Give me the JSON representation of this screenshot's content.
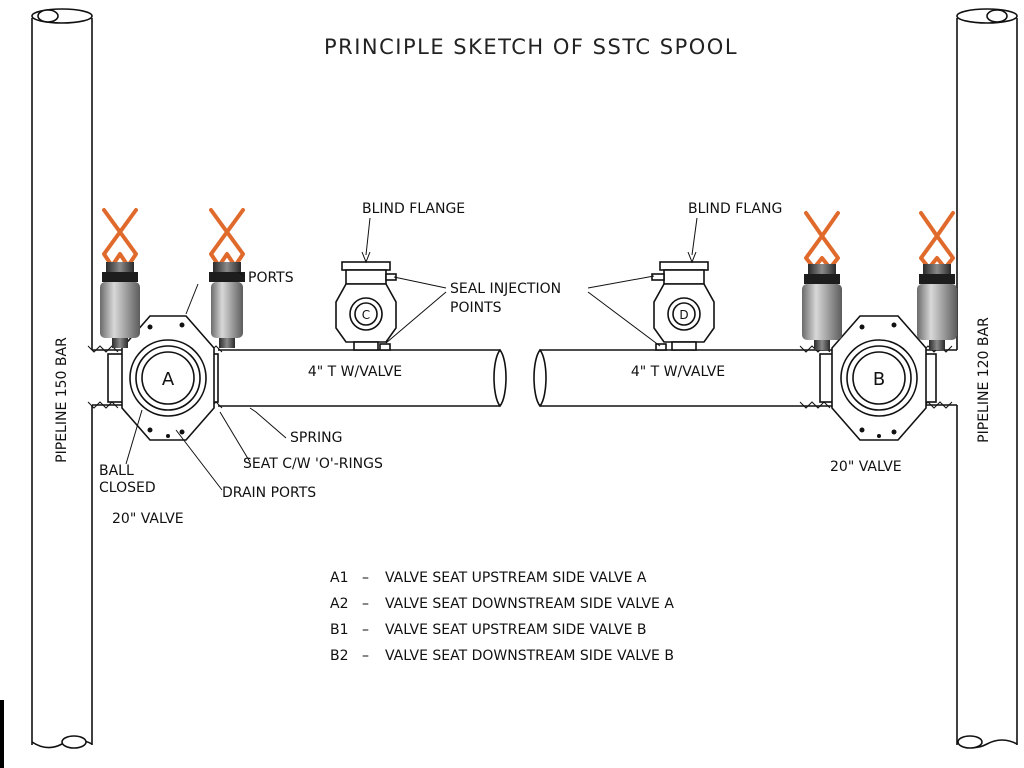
{
  "title": "PRINCIPLE SKETCH OF SSTC SPOOL",
  "pipelines": {
    "left": "PIPELINE 150 BAR",
    "right": "PIPELINE 120 BAR"
  },
  "valves": {
    "a": {
      "letter": "A",
      "size": "20\" VALVE"
    },
    "b": {
      "letter": "B",
      "size": "20\" VALVE"
    },
    "c": {
      "letter": "C"
    },
    "d": {
      "letter": "D"
    }
  },
  "tees": {
    "left": "4\" T W/VALVE",
    "right": "4\" T W/VALVE"
  },
  "labels": {
    "blind_flange_left": "BLIND FLANGE",
    "blind_flange_right": "BLIND FLANG",
    "ports": "PORTS",
    "seal_injection_1": "SEAL INJECTION",
    "seal_injection_2": "POINTS",
    "spring": "SPRING",
    "seat": "SEAT C/W 'O'-RINGS",
    "ball_1": "BALL",
    "ball_2": "CLOSED",
    "drain_ports": "DRAIN PORTS"
  },
  "legend": [
    {
      "code": "A1",
      "text": "VALVE SEAT UPSTREAM SIDE VALVE A"
    },
    {
      "code": "A2",
      "text": "VALVE SEAT DOWNSTREAM SIDE VALVE A"
    },
    {
      "code": "B1",
      "text": "VALVE SEAT UPSTREAM SIDE VALVE B"
    },
    {
      "code": "B2",
      "text": "VALVE SEAT DOWNSTREAM SIDE VALVE B"
    }
  ],
  "colors": {
    "probe_tip": "#e06a2c",
    "line": "#111111"
  }
}
